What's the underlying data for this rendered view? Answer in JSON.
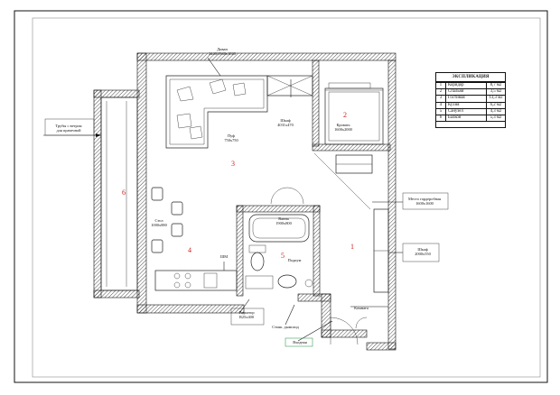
{
  "room_labels": {
    "sofa": "Диван\n2440/1940х1020",
    "pipes": "Трубы с ветром\nдля прачечной",
    "wardrobe_left": "Шкаф\n4031х470",
    "bed": "Кровать\n1600х2000",
    "pouf": "Пуф\n750х750",
    "table": "Стол\n1000х880",
    "bath": "Ванна\n1900х800",
    "podium": "Подиум",
    "washer": "ШМ",
    "wardrobe_hall": "Шкаф\n2000х550",
    "dressing": "Место гардеробная\n1600х1600",
    "radiator": "Радиатор\nR25х400",
    "riser": "Стояк. дымоход",
    "door_label": "Комната",
    "entrance": "Входная"
  },
  "room_numbers": [
    "1",
    "2",
    "3",
    "4",
    "5",
    "6"
  ],
  "explication": {
    "title": "ЭКСПЛИКАЦИЯ",
    "rows": [
      {
        "no": "1",
        "name": "Коридор",
        "area": "8,7 м2"
      },
      {
        "no": "2",
        "name": "Спальня",
        "area": "3,5 м2"
      },
      {
        "no": "3",
        "name": "Гостиная",
        "area": "13,3 м2"
      },
      {
        "no": "4",
        "name": "Кухня",
        "area": "6,2 м2"
      },
      {
        "no": "5",
        "name": "Санузел",
        "area": "4,3 м2"
      },
      {
        "no": "6",
        "name": "Балкон",
        "area": "5,3 м2"
      }
    ]
  },
  "colors": {
    "wall": "#111111",
    "room_number": "#cc2222",
    "entrance": "#1a8a3a"
  }
}
